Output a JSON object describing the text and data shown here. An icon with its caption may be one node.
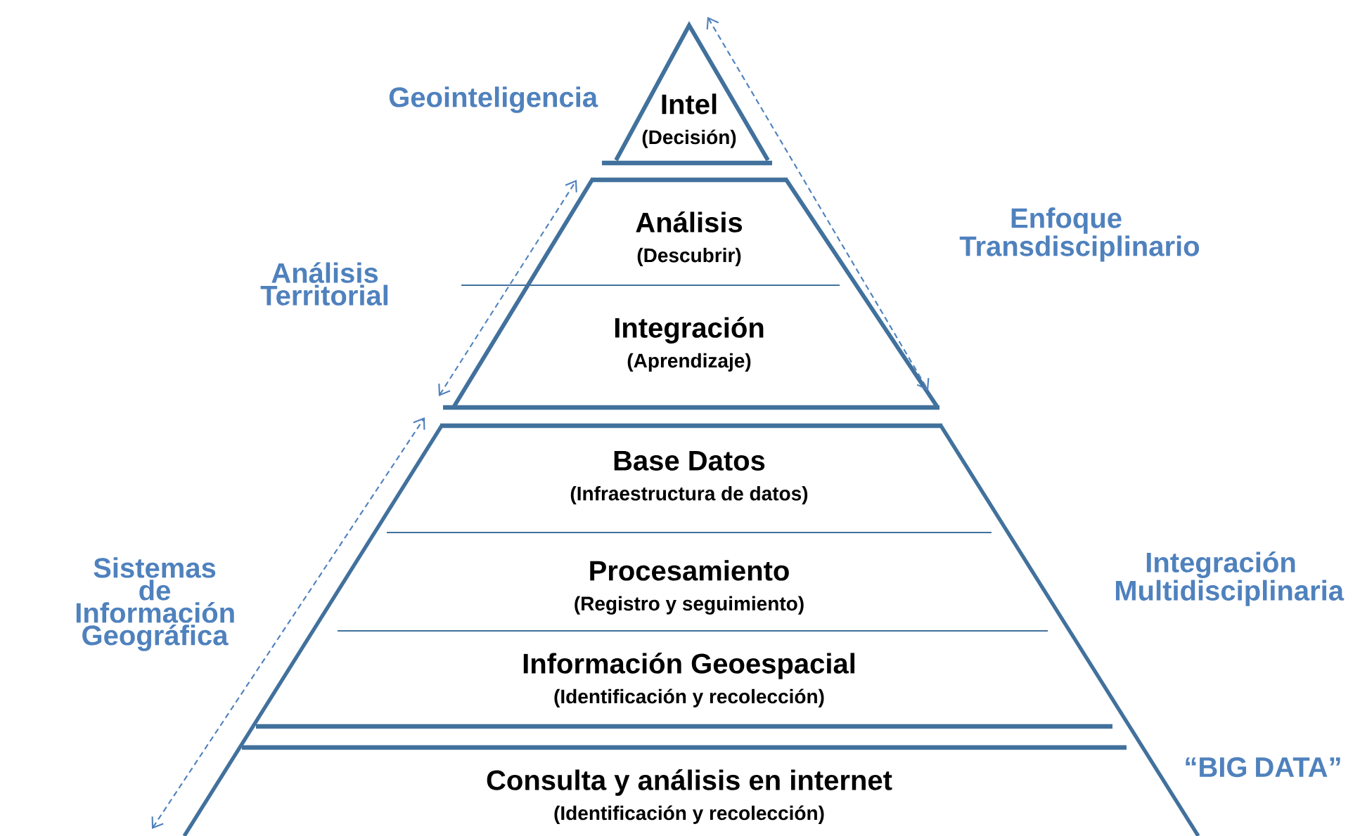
{
  "diagram": {
    "nodes": [
      {
        "text": [
          "Intel",
          "(Decisión)"
        ]
      },
      {
        "text": [
          "Análisis",
          "(Descubrir)"
        ]
      },
      {
        "text": [
          "Integración",
          "(Aprendizaje)"
        ]
      },
      {
        "text": [
          "Base Datos",
          "(Infraestructura de datos)"
        ]
      },
      {
        "text": [
          "Procesamiento",
          "(Registro y seguimiento)"
        ]
      },
      {
        "text": [
          "Información Geoespacial",
          "(Identificación y recolección)"
        ]
      },
      {
        "text": [
          "Consulta y análisis en internet",
          "(Identificación y recolección)"
        ]
      }
    ],
    "labels": [
      "Geointeligencia",
      "Análisis Territorial",
      "Enfoque Transdisciplinario",
      "Sistemas de Información Geográfica",
      "Integración Multidisciplinaria",
      "“BIG DATA”"
    ]
  }
}
